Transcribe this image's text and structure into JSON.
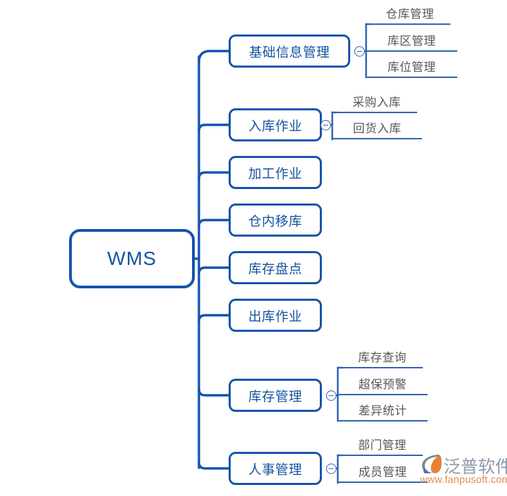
{
  "diagram": {
    "title": "WMS",
    "type": "mindmap",
    "colors": {
      "node_border": "#1454ad",
      "node_text": "#14539f",
      "sub_text": "#575757",
      "sub_rule": "#2f63b0",
      "background": "#ffffff",
      "watermark_text": "#8f9aa8",
      "watermark_url": "#e58a4e"
    },
    "root": {
      "label": "WMS"
    },
    "branches": [
      {
        "label": "基础信息管理",
        "toggle": "collapse-minus",
        "children": [
          "仓库管理",
          "库区管理",
          "库位管理"
        ]
      },
      {
        "label": "入库作业",
        "toggle": "collapse-minus",
        "children": [
          "采购入库",
          "回货入库"
        ]
      },
      {
        "label": "加工作业",
        "toggle": null,
        "children": []
      },
      {
        "label": "仓内移库",
        "toggle": null,
        "children": []
      },
      {
        "label": "库存盘点",
        "toggle": null,
        "children": []
      },
      {
        "label": "出库作业",
        "toggle": null,
        "children": []
      },
      {
        "label": "库存管理",
        "toggle": "collapse-minus",
        "children": [
          "库存查询",
          "超保预警",
          "差异统计"
        ]
      },
      {
        "label": "人事管理",
        "toggle": "collapse-minus",
        "children": [
          "部门管理",
          "成员管理"
        ]
      }
    ]
  },
  "watermark": {
    "brand": "泛普软件",
    "url": "www.fanpusoft.com"
  }
}
